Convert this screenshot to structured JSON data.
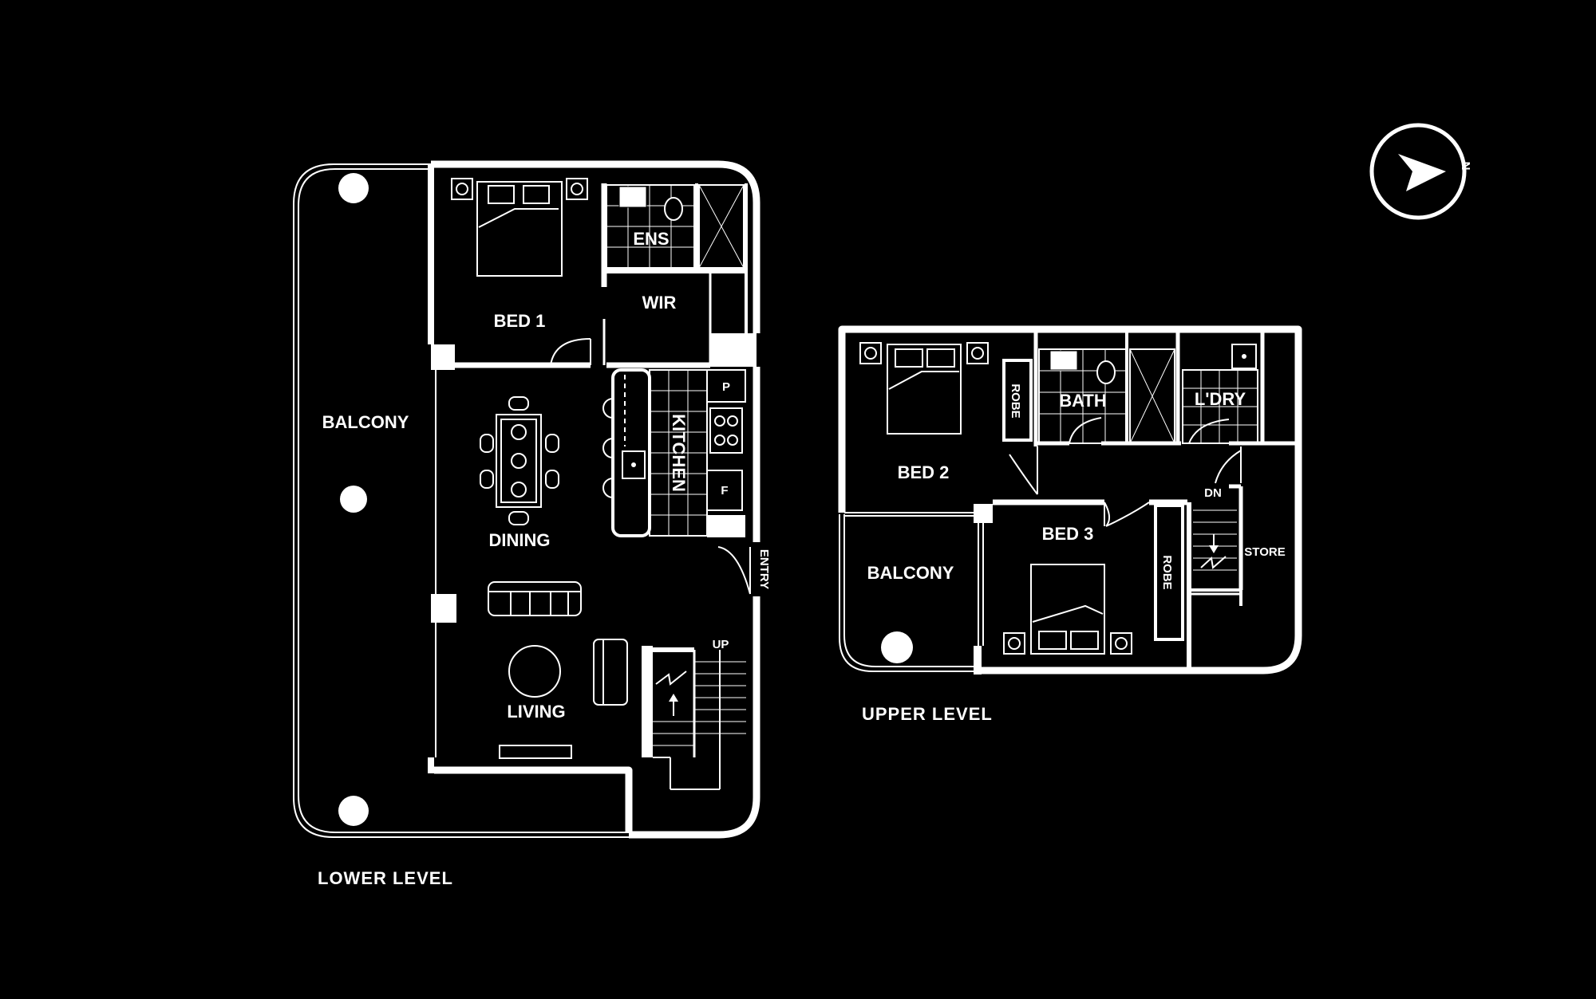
{
  "levels": {
    "lower": {
      "title": "LOWER LEVEL",
      "rooms": {
        "balcony": "BALCONY",
        "bed1": "BED 1",
        "ens": "ENS",
        "wir": "WIR",
        "kitchen": "KITCHEN",
        "dining": "DINING",
        "living": "LIVING"
      },
      "marks": {
        "pantry": "P",
        "fridge": "F",
        "up": "UP",
        "entry": "ENTRY"
      }
    },
    "upper": {
      "title": "UPPER LEVEL",
      "rooms": {
        "bed2": "BED 2",
        "robe2": "ROBE",
        "bath": "BATH",
        "laundry": "L'DRY",
        "bed3": "BED 3",
        "robe3": "ROBE",
        "balcony": "BALCONY",
        "store": "STORE"
      },
      "marks": {
        "down": "DN"
      }
    }
  },
  "compass": {
    "icon": "north-arrow-icon",
    "label": "N"
  },
  "colors": {
    "background": "#000000",
    "lines": "#ffffff"
  }
}
